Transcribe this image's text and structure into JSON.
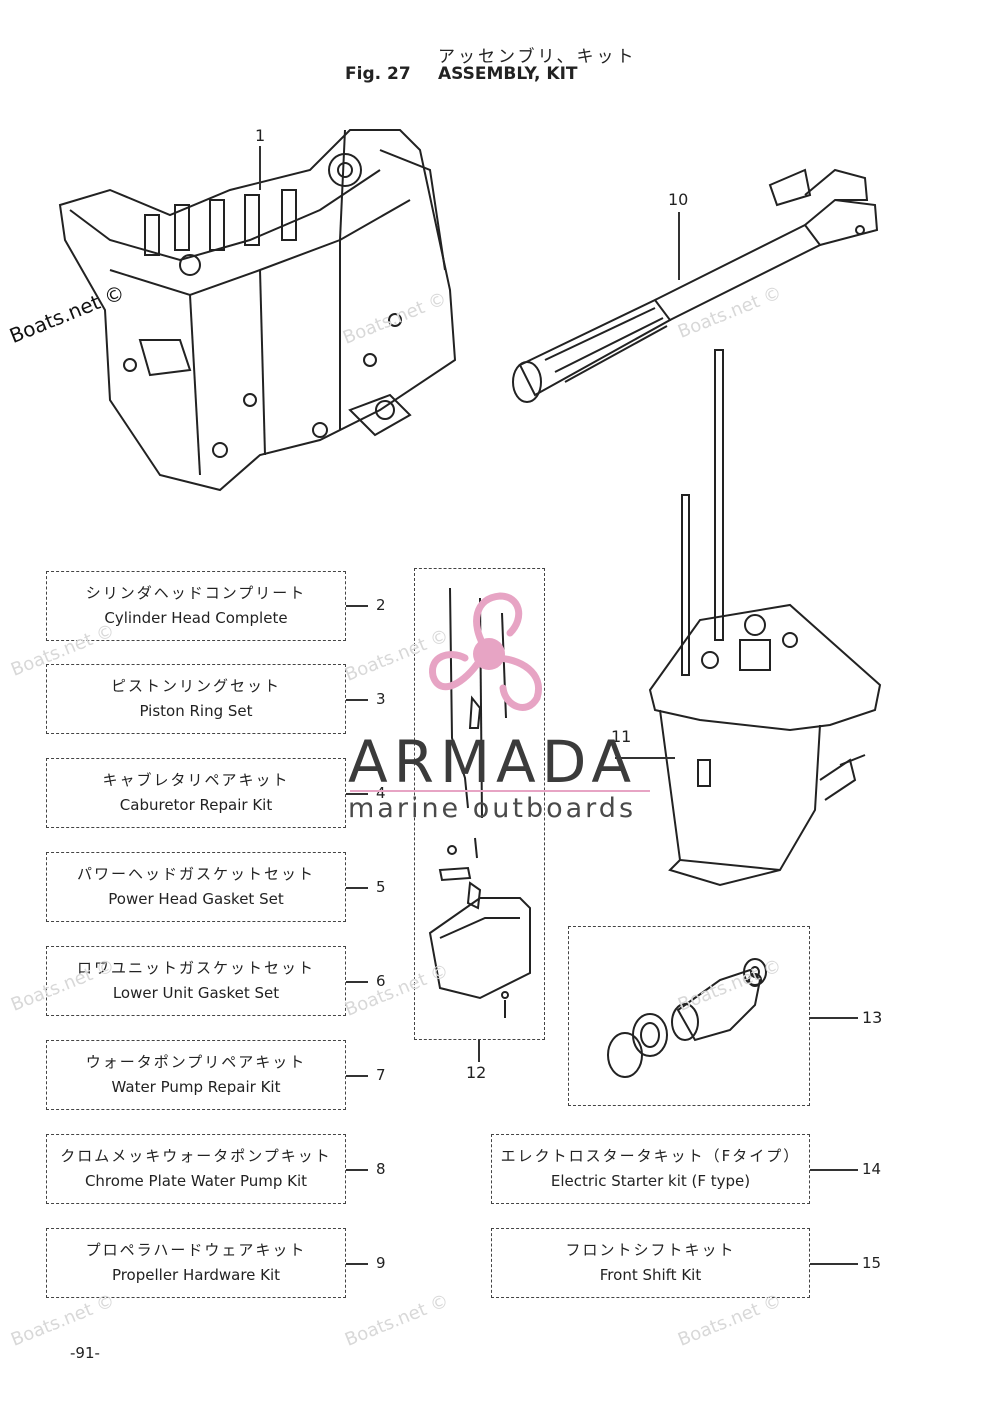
{
  "header": {
    "title_jp": "アッセンブリ、キット",
    "fig_number": "Fig. 27",
    "title_en": "ASSEMBLY, KIT"
  },
  "callouts": {
    "c1": "1",
    "c10": "10",
    "c11": "11",
    "c12": "12",
    "c13": "13",
    "c14": "14",
    "c15": "15"
  },
  "kits": [
    {
      "ref": "2",
      "jp": "シリンダヘッドコンプリート",
      "en": "Cylinder Head Complete"
    },
    {
      "ref": "3",
      "jp": "ピストンリングセット",
      "en": "Piston Ring Set"
    },
    {
      "ref": "4",
      "jp": "キャブレタリペアキット",
      "en": "Caburetor Repair Kit"
    },
    {
      "ref": "5",
      "jp": "パワーヘッドガスケットセット",
      "en": "Power Head Gasket Set"
    },
    {
      "ref": "6",
      "jp": "ロワユニットガスケットセット",
      "en": "Lower Unit Gasket Set"
    },
    {
      "ref": "7",
      "jp": "ウォータポンプリペアキット",
      "en": "Water Pump Repair Kit"
    },
    {
      "ref": "8",
      "jp": "クロムメッキウォータポンプキット",
      "en": "Chrome Plate Water Pump Kit"
    },
    {
      "ref": "9",
      "jp": "プロペラハードウェアキット",
      "en": "Propeller Hardware Kit"
    },
    {
      "ref": "14",
      "jp": "エレクトロスタータキット（Fタイプ）",
      "en": "Electric Starter kit (F type)"
    },
    {
      "ref": "15",
      "jp": "フロントシフトキット",
      "en": "Front Shift Kit"
    }
  ],
  "watermarks": {
    "site": "Boats.net ©",
    "brand": "ARMADA",
    "brand_sub": "marine outboards"
  },
  "footer": {
    "page_number": "-91-"
  },
  "colors": {
    "brand_pink": "#e7a4c4",
    "line": "#333333"
  }
}
